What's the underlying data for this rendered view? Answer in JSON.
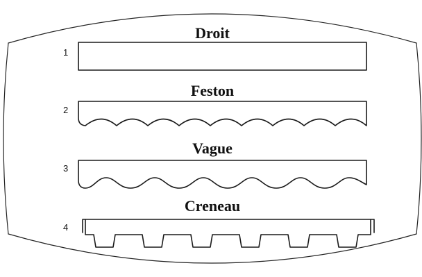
{
  "panels": [
    {
      "number": "1",
      "title": "Droit"
    },
    {
      "number": "2",
      "title": "Feston"
    },
    {
      "number": "3",
      "title": "Vague"
    },
    {
      "number": "4",
      "title": "Creneau"
    }
  ]
}
